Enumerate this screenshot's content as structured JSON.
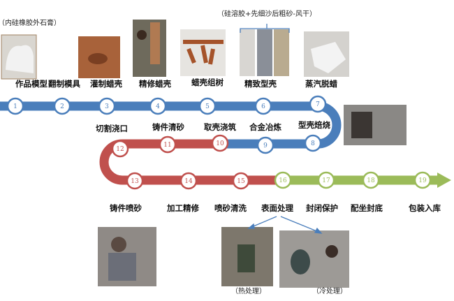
{
  "notes": {
    "mold": "（内硅橡胶外石膏）",
    "shell": "（硅溶胶+先细沙后粗砂-风干）",
    "heat": "（热处理）",
    "cold": "（冷处理）"
  },
  "colors": {
    "blue": "#4a7ebb",
    "red": "#c0504d",
    "green": "#9bbb59"
  },
  "steps": [
    {
      "n": "1",
      "label": "作品模型"
    },
    {
      "n": "2",
      "label": "翻制模具"
    },
    {
      "n": "3",
      "label": "灌制蜡壳"
    },
    {
      "n": "4",
      "label": "精修蜡壳"
    },
    {
      "n": "5",
      "label": "蜡壳组树"
    },
    {
      "n": "6",
      "label": "精致型壳"
    },
    {
      "n": "7",
      "label": "蒸汽脱蜡"
    },
    {
      "n": "8",
      "label": "型壳焙烧"
    },
    {
      "n": "9",
      "label": "合金冶炼"
    },
    {
      "n": "10",
      "label": "取壳浇筑"
    },
    {
      "n": "11",
      "label": "铸件清砂"
    },
    {
      "n": "12",
      "label": "切割浇口"
    },
    {
      "n": "13",
      "label": "铸件喷砂"
    },
    {
      "n": "14",
      "label": "加工精修"
    },
    {
      "n": "15",
      "label": "喷砂清洗"
    },
    {
      "n": "16",
      "label": "表面处理"
    },
    {
      "n": "17",
      "label": "封闭保护"
    },
    {
      "n": "18",
      "label": "配坐封底"
    },
    {
      "n": "19",
      "label": "包装入库"
    }
  ]
}
